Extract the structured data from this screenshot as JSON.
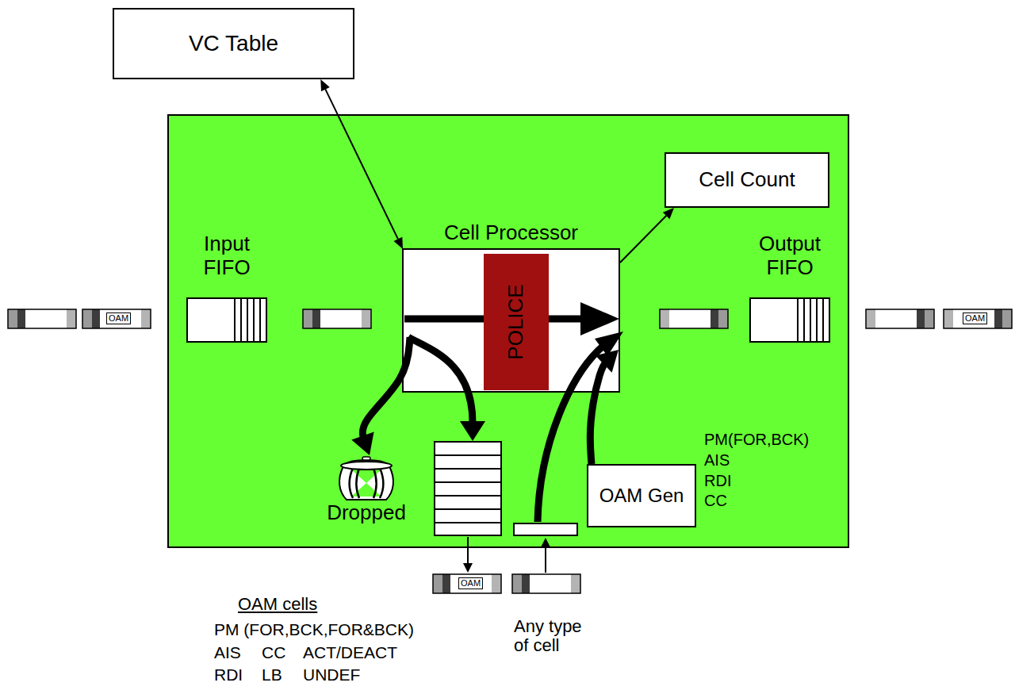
{
  "diagram": {
    "nodes": [
      {
        "text": [
          "VC Table"
        ]
      },
      {
        "text": [
          "Input FIFO"
        ]
      },
      {
        "text": [
          "Cell Processor"
        ]
      },
      {
        "text": [
          "POLICE"
        ],
        "in": 2
      },
      {
        "text": [
          "Cell Count"
        ]
      },
      {
        "text": [
          "Output FIFO"
        ]
      },
      {
        "text": [
          "Dropped"
        ]
      },
      {
        "text": [
          "OAM Gen"
        ]
      }
    ],
    "edges": [
      {
        "from": 0,
        "to": 2,
        "arrow": "both"
      },
      {
        "from": 2,
        "to": 4,
        "arrow": "to"
      },
      {
        "from": 2,
        "to": 6,
        "arrow": "to"
      },
      {
        "from": 7,
        "to": 2,
        "arrow": "to"
      }
    ],
    "labels": [
      "PM(FOR,BCK)",
      "AIS",
      "RDI",
      "CC",
      "OAM",
      "OAM",
      "OAM",
      "OAM cells",
      "PM (FOR,BCK,FOR&BCK)",
      "AIS",
      "CC",
      "ACT/DEACT",
      "RDI",
      "LB",
      "UNDEF",
      "Any type of cell"
    ]
  }
}
